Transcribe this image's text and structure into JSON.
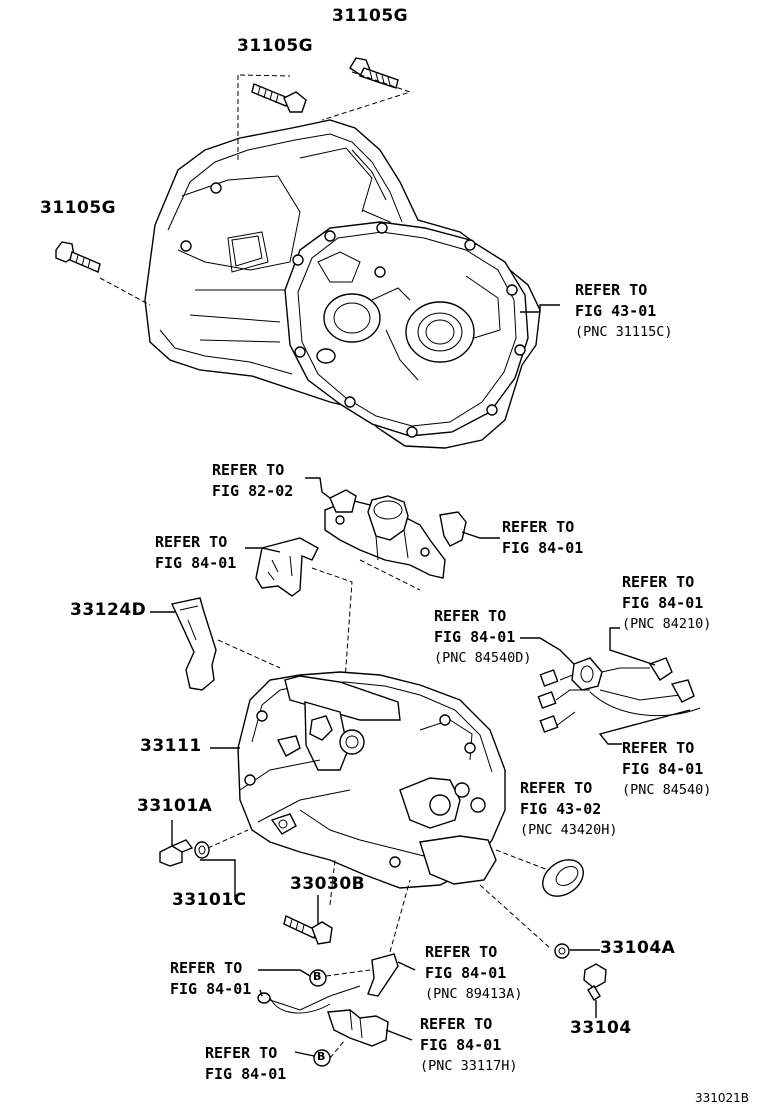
{
  "parts": {
    "p31105g_top": "31105G",
    "p31105g_mid": "31105G",
    "p31105g_left": "31105G",
    "p33124d": "33124D",
    "p33111": "33111",
    "p33101a": "33101A",
    "p33101c": "33101C",
    "p33030b": "33030B",
    "p33104a": "33104A",
    "p33104": "33104"
  },
  "refs": {
    "housing": {
      "line1": "REFER TO",
      "line2": "FIG 43-01",
      "line3": "(PNC 31115C)"
    },
    "fig8202": {
      "line1": "REFER TO",
      "line2": "FIG 82-02"
    },
    "bracket_left": {
      "line1": "REFER TO",
      "line2": "FIG 84-01"
    },
    "clip_right": {
      "line1": "REFER TO",
      "line2": "FIG 84-01"
    },
    "harness_84210": {
      "line1": "REFER TO",
      "line2": "FIG 84-01",
      "line3": "(PNC 84210)"
    },
    "harness_84540d": {
      "line1": "REFER TO",
      "line2": "FIG 84-01",
      "line3": "(PNC 84540D)"
    },
    "harness_84540": {
      "line1": "REFER TO",
      "line2": "FIG 84-01",
      "line3": "(PNC 84540)"
    },
    "seal_43420h": {
      "line1": "REFER TO",
      "line2": "FIG 43-02",
      "line3": "(PNC 43420H)"
    },
    "sensor_89413a": {
      "line1": "REFER TO",
      "line2": "FIG 84-01",
      "line3": "(PNC 89413A)"
    },
    "wire_b1": {
      "line1": "REFER TO",
      "line2": "FIG 84-01"
    },
    "switch_33117h": {
      "line1": "REFER TO",
      "line2": "FIG 84-01",
      "line3": "(PNC 33117H)"
    },
    "wire_b2": {
      "line1": "REFER TO",
      "line2": "FIG 84-01"
    }
  },
  "circle_marks": {
    "b1": "B",
    "b2": "B"
  },
  "diagram_code": "331021B"
}
